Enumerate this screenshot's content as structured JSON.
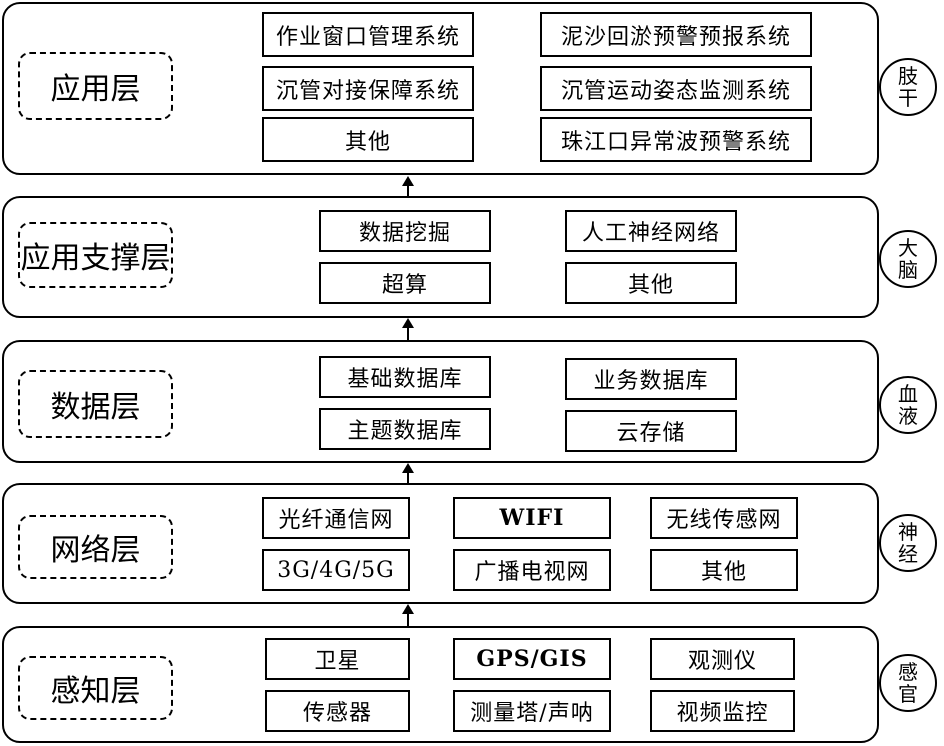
{
  "application_layer": {
    "label": "应用层",
    "items": [
      "作业窗口管理系统",
      "泥沙回淤预警预报系统",
      "沉管对接保障系统",
      "沉管运动姿态监测系统",
      "其他",
      "珠江口异常波预警系统"
    ],
    "side": [
      "肢",
      "干"
    ]
  },
  "support_layer": {
    "label": "应用支撑层",
    "items": [
      "数据挖掘",
      "人工神经网络",
      "超算",
      "其他"
    ],
    "side": [
      "大",
      "脑"
    ]
  },
  "data_layer": {
    "label": "数据层",
    "items": [
      "基础数据库",
      "业务数据库",
      "主题数据库",
      "云存储"
    ],
    "side": [
      "血",
      "液"
    ]
  },
  "network_layer": {
    "label": "网络层",
    "items": [
      "光纤通信网",
      "WIFI",
      "无线传感网",
      "3G/4G/5G",
      "广播电视网",
      "其他"
    ],
    "side": [
      "神",
      "经"
    ]
  },
  "perception_layer": {
    "label": "感知层",
    "items": [
      "卫星",
      "GPS/GIS",
      "观测仪",
      "传感器",
      "测量塔/声呐",
      "视频监控"
    ],
    "side": [
      "感",
      "官"
    ]
  }
}
